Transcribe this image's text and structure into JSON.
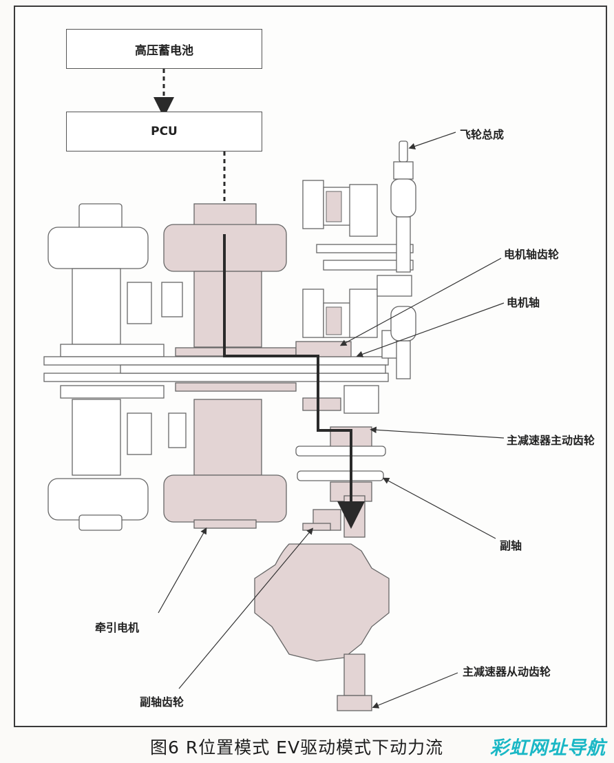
{
  "blocks": {
    "battery": "高压蓄电池",
    "pcu": "PCU"
  },
  "labels": {
    "flywheel": "飞轮总成",
    "motor_shaft_gear": "电机轴齿轮",
    "motor_shaft": "电机轴",
    "final_drive_gear": "主减速器主动齿轮",
    "countershaft": "副轴",
    "traction_motor": "牵引电机",
    "countershaft_gear": "副轴齿轮",
    "final_driven_gear": "主减速器从动齿轮"
  },
  "caption": "图6 R位置模式 EV驱动模式下动力流",
  "watermark": "彩虹网址导航",
  "colors": {
    "power_flow": "#2a2a2a",
    "component_fill": "#e3d4d4",
    "outline": "#555555"
  }
}
